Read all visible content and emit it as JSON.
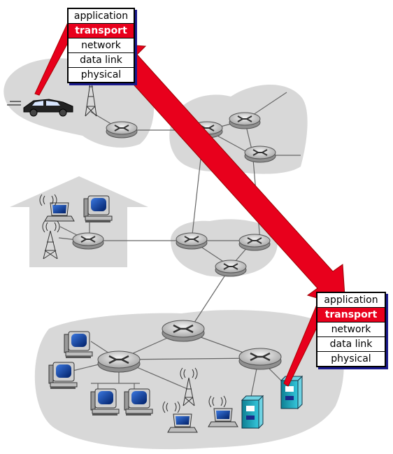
{
  "left_stack": {
    "layers": [
      "application",
      "transport",
      "network",
      "data link",
      "physical"
    ],
    "highlight_index": 1
  },
  "right_stack": {
    "layers": [
      "application",
      "transport",
      "network",
      "data link",
      "physical"
    ],
    "highlight_index": 1
  },
  "colors": {
    "cloud": "#d8d8d8",
    "router": "#c8c8c8",
    "arrow": "#e8001c",
    "highlight": "#e8001c",
    "stack_shadow": "#1a1a8c",
    "computer_screen": "#003a99",
    "server": "#1aa9c0"
  },
  "icons": [
    "car-icon",
    "cell-tower-icon",
    "laptop-icon",
    "desktop-icon",
    "router-icon",
    "server-icon",
    "house-icon"
  ]
}
